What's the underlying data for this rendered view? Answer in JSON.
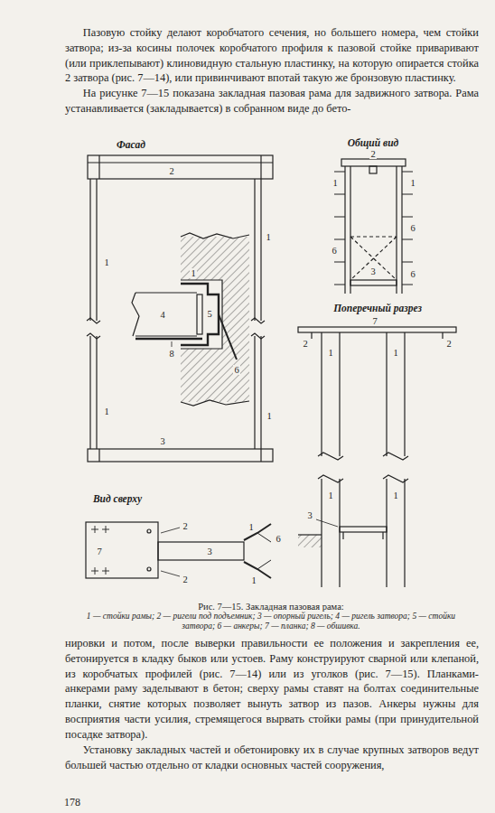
{
  "diagram": {
    "caption": "Рис. 7—15. Закладная пазовая рама:",
    "labels": [
      "Пазовую стойку делают коробчатого сечения, но большего номера, чем стойки затвора; из-за косины полочек коробчатого профиля к пазовой стойке приваривают (или приклепывают) клиновидную стальную пластинку, на которую опирается стойка 2 затвора (рис. 7—14), или привинчивают впотай такую же бронзовую пластинку.",
      "На рисунке 7—15 показана закладная пазовая рама для задвижного затвора. Рама устанавливается (закладывается) в собранном виде до бето-",
      "Фасад",
      "2",
      "1",
      "1",
      "1",
      "5",
      "4",
      "8",
      "6",
      "1",
      "1",
      "3",
      "Общий вид",
      "2",
      "1",
      "1",
      "6",
      "6",
      "3",
      "6",
      "Поперечный разрез",
      "7",
      "2",
      "1",
      "1",
      "2",
      "1",
      "1",
      "3",
      "Вид сверху",
      "2",
      "3",
      "1",
      "6",
      "7",
      "2",
      "1",
      "1 — стойки рамы; 2 — ригели под подъемник; 3 — опорный ригель; 4 — ригель затвора; 5 — стойки затвора; 6 — анкеры; 7 — планка; 8 — обшивка.",
      "нировки и потом, после выверки правильности ее положения и закрепления ее, бетонируется в кладку быков или устоев. Раму конструируют сварной или клепаной, из коробчатых профилей (рис. 7—14) или из уголков (рис. 7—15). Планками-анкерами раму заделывают в бетон; сверху рамы ставят на болтах соединительные планки, снятие которых позволяет вынуть затвор из пазов. Анкеры нужны для восприятия части усилия, стремящегося вырвать стойки рамы (при принудительной посадке затвора).",
      "Установку закладных частей и обетонировку их в случае крупных затворов ведут большей частью отдельно от кладки основных частей сооружения,",
      "178"
    ]
  }
}
